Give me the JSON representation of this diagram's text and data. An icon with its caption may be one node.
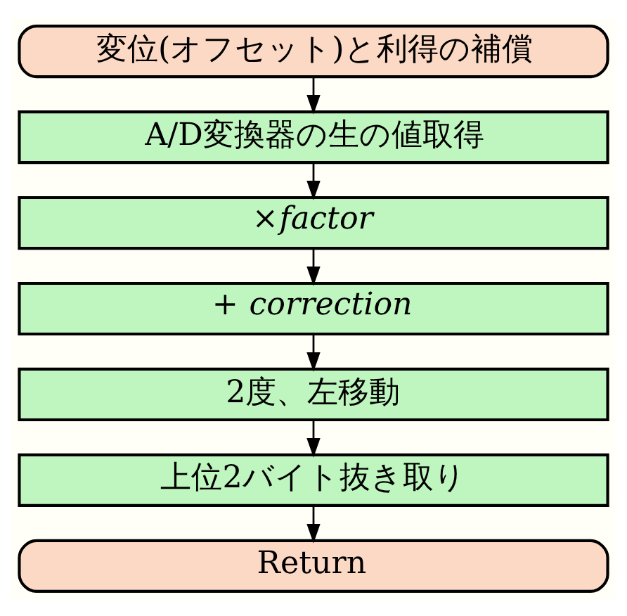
{
  "diagram": {
    "nodes": [
      {
        "text": [
          "変位(オフセット)と利得の補償"
        ]
      },
      {
        "text": [
          "A/D変換器の生の値取得"
        ]
      },
      {
        "text": [
          "×*factor*"
        ]
      },
      {
        "text": [
          "+ *correction*"
        ]
      },
      {
        "text": [
          "2度、左移動"
        ]
      },
      {
        "text": [
          "上位2バイト抜き取り"
        ]
      },
      {
        "text": [
          "Return"
        ]
      }
    ],
    "edges": [
      {
        "from": 0,
        "to": 1,
        "arrow": "to"
      },
      {
        "from": 1,
        "to": 2,
        "arrow": "to"
      },
      {
        "from": 2,
        "to": 3,
        "arrow": "to"
      },
      {
        "from": 3,
        "to": 4,
        "arrow": "to"
      },
      {
        "from": 4,
        "to": 5,
        "arrow": "to"
      },
      {
        "from": 5,
        "to": 6,
        "arrow": "to"
      }
    ]
  }
}
